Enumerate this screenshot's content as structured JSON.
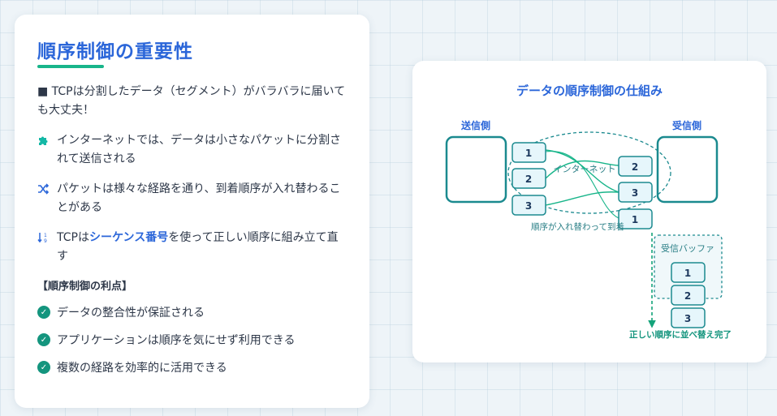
{
  "left": {
    "title": "順序制御の重要性",
    "intro": "■ TCPは分割したデータ（セグメント）がバラバラに届いても大丈夫！",
    "bullets": [
      {
        "icon": "puzzle-icon",
        "text": "インターネットでは、データは小さなパケットに分割されて送信される"
      },
      {
        "icon": "shuffle-icon",
        "text": "パケットは様々な経路を通り、到着順序が入れ替わることがある"
      },
      {
        "icon": "sort-numeric-icon",
        "before": "TCPは",
        "highlight": "シーケンス番号",
        "after": "を使って正しい順序に組み立て直す"
      }
    ],
    "benefits_title": "【順序制御の利点】",
    "benefits": [
      "データの整合性が保証される",
      "アプリケーションは順序を気にせず利用できる",
      "複数の経路を効率的に活用できる"
    ]
  },
  "diagram": {
    "title": "データの順序制御の仕組み",
    "sender_label": "送信側",
    "receiver_label": "受信側",
    "internet_label": "インターネット",
    "reorder_label": "順序が入れ替わって到着",
    "buffer_label": "受信バッファ",
    "sorted_label": "正しい順序に並べ替え完了",
    "sent_packets": [
      "1",
      "2",
      "3"
    ],
    "arrived_packets": [
      "2",
      "3",
      "1"
    ],
    "buffer_packets": [
      "1",
      "2",
      "3"
    ]
  },
  "colors": {
    "accent_blue": "#2b66d9",
    "teal": "#14957e",
    "green": "#18b58a",
    "box_border": "#1b8a8f",
    "packet_fill": "#e6f6fb"
  }
}
